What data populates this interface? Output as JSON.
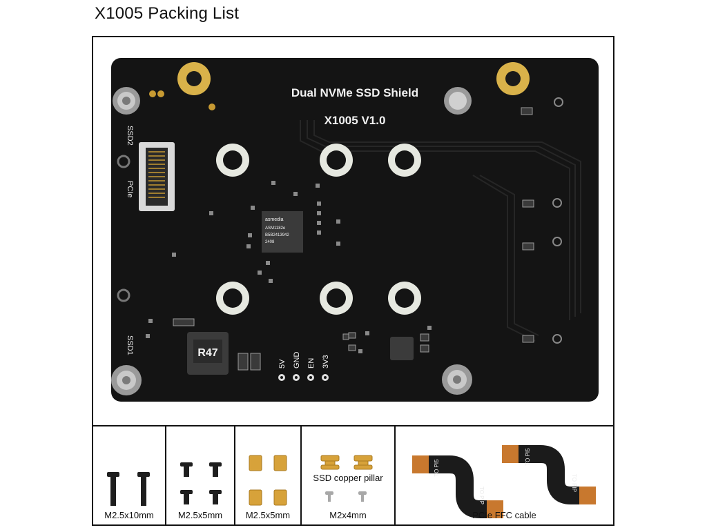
{
  "page": {
    "title": "X1005 Packing List"
  },
  "board": {
    "title_line1": "Dual NVMe SSD Shield",
    "title_line2": "X1005 V1.0",
    "label_ssd2": "SSD2",
    "label_ssd1": "SSD1",
    "label_pcie": "PCIe",
    "label_inductor": "R47",
    "label_5v": "5V",
    "label_gnd": "GND",
    "label_en": "EN",
    "label_3v3": "3V3",
    "chip_brand": "asmedia",
    "chip_line1": "ASM1182e",
    "chip_line2": "B5B2413942",
    "chip_line3": "2408"
  },
  "parts": [
    {
      "label": "M2.5x10mm"
    },
    {
      "label": "M2.5x5mm"
    },
    {
      "label": "M2.5x5mm"
    },
    {
      "label": "M2x4mm",
      "extra_label": "SSD copper pillar"
    },
    {
      "label": "PCIe FFC cable",
      "cable_text_a": "TO PI5",
      "cable_text_b": "TO PIP"
    }
  ],
  "colors": {
    "pcb": "#141414",
    "gold": "#d9b24a",
    "brass": "#d7a23a",
    "flex": "#c8782e",
    "standoff": "#e6e8e0"
  }
}
